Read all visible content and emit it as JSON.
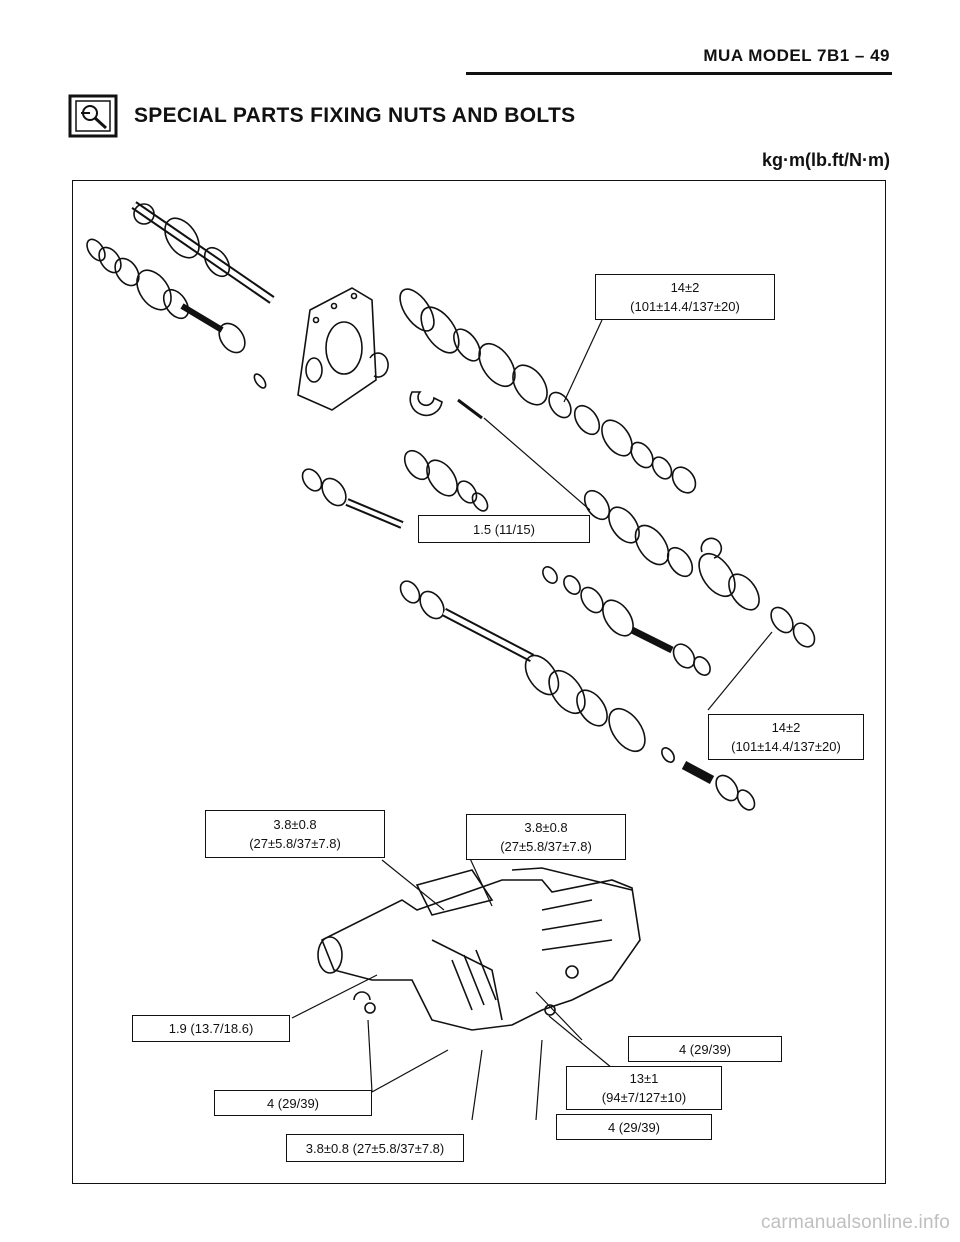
{
  "header": {
    "model_ref": "MUA MODEL  7B1 – 49"
  },
  "section": {
    "icon": "wrench-magnifier-icon",
    "title": "SPECIAL PARTS FIXING NUTS AND BOLTS",
    "unit": "kg·m(lb.ft/N·m)"
  },
  "callouts": [
    {
      "id": "mainshaft-nut",
      "line1": "14±2",
      "line2": "(101±14.4/137±20)"
    },
    {
      "id": "lock-plate-bolt",
      "line1": "1.5 (11/15)",
      "line2": ""
    },
    {
      "id": "countershaft-nut",
      "line1": "14±2",
      "line2": "(101±14.4/137±20)"
    },
    {
      "id": "top-cover-left",
      "line1": "3.8±0.8",
      "line2": "(27±5.8/37±7.8)"
    },
    {
      "id": "top-cover-right",
      "line1": "3.8±0.8",
      "line2": "(27±5.8/37±7.8)"
    },
    {
      "id": "extension-bolt",
      "line1": "1.9 (13.7/18.6)",
      "line2": ""
    },
    {
      "id": "case-bolt-right",
      "line1": "4 (29/39)",
      "line2": ""
    },
    {
      "id": "drain-plug",
      "line1": "13±1",
      "line2": "(94±7/127±10)"
    },
    {
      "id": "plug-left",
      "line1": "4 (29/39)",
      "line2": ""
    },
    {
      "id": "plug-bottom",
      "line1": "4 (29/39)",
      "line2": ""
    },
    {
      "id": "rear-cover-bolt",
      "line1": "3.8±0.8 (27±5.8/37±7.8)",
      "line2": ""
    }
  ],
  "watermark": "carmanualsonline.info"
}
